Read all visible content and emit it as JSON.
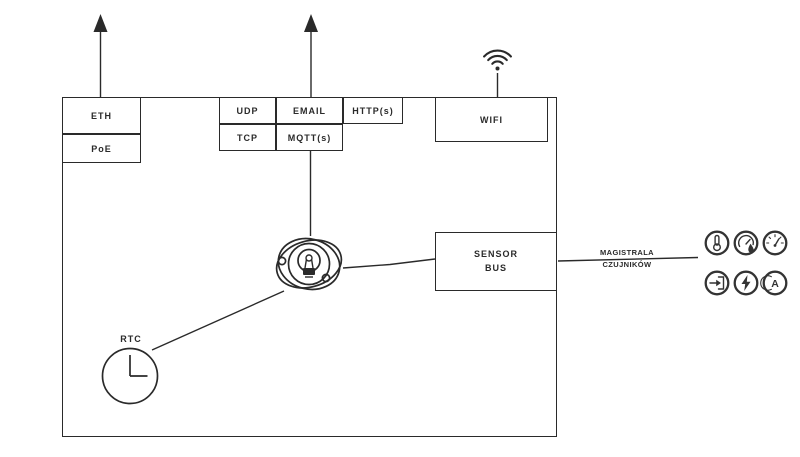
{
  "colors": {
    "ink": "#2a2a2a",
    "icon_ink": "#333333",
    "background": "#ffffff"
  },
  "device": {
    "eth_label": "ETH",
    "poe_label": "PoE",
    "udp_label": "UDP",
    "tcp_label": "TCP",
    "email_label": "EMAIL",
    "mqtt_label": "MQTT(s)",
    "http_label": "HTTP(s)",
    "wifi_label": "WIFI",
    "sensor_bus_line1": "SENSOR",
    "sensor_bus_line2": "BUS",
    "rtc_label": "RTC"
  },
  "external": {
    "bus_label_line1": "MAGISTRALA",
    "bus_label_line2": "CZUJNIKÓW",
    "ammeter_glyph": "A"
  },
  "icon_names": [
    "wifi-signal-icon",
    "idea-lightbulb-icon",
    "rtc-clock-icon",
    "temperature-sensor-icon",
    "humidity-sensor-icon",
    "pressure-gauge-icon",
    "digital-input-icon",
    "voltage-sensor-icon",
    "current-sensor-icon"
  ]
}
